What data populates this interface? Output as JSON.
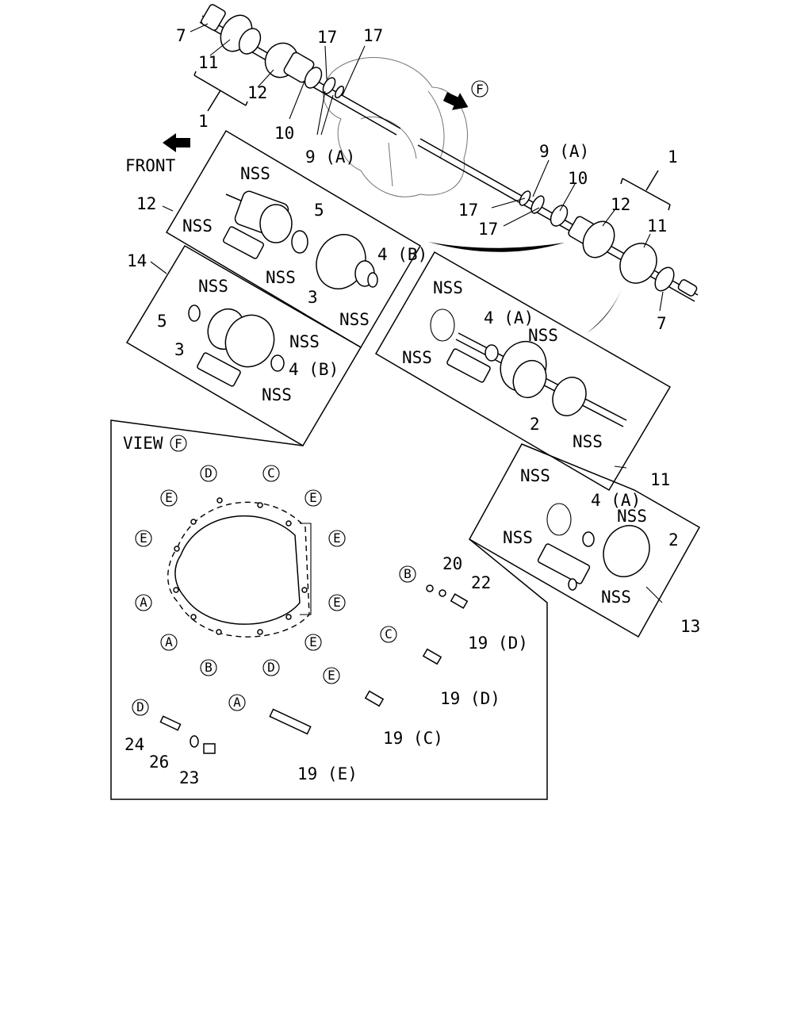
{
  "diagram": {
    "front_label": "FRONT",
    "view_title": "VIEW",
    "view_letter": "F",
    "nss": "NSS",
    "callouts": {
      "p1": "1",
      "p2": "2",
      "p3": "3",
      "p4a": "4 (A)",
      "p4b": "4 (B)",
      "p5": "5",
      "p7": "7",
      "p9a": "9 (A)",
      "p10": "10",
      "p11": "11",
      "p12": "12",
      "p13": "13",
      "p14": "14",
      "p17": "17",
      "p19c": "19 (C)",
      "p19d": "19 (D)",
      "p19e": "19 (E)",
      "p20": "20",
      "p22": "22",
      "p23": "23",
      "p24": "24",
      "p26": "26"
    },
    "letters": {
      "A": "A",
      "B": "B",
      "C": "C",
      "D": "D",
      "E": "E"
    }
  }
}
